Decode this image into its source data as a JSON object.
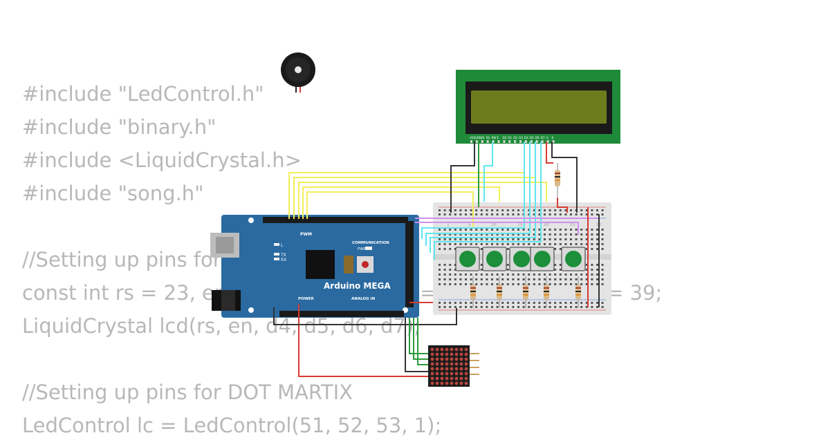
{
  "code_lines": [
    "#include \"LedControl.h\"",
    "#include \"binary.h\"",
    "#include <LiquidCrystal.h>",
    "#include \"song.h\"",
    "",
    "//Setting up pins for LCD",
    "const int rs = 23, en = 25, d4 = 27, d5 = 29, d6 = 31, d7 = 39;",
    "LiquidCrystal lcd(rs, en, d4, d5, d6, d7);",
    "",
    "//Setting up pins for DOT MARTIX",
    "LedControl lc = LedControl(51, 52, 53, 1);"
  ],
  "arduino": {
    "name": "Arduino MEGA",
    "label_pwm": "PWM",
    "label_communication": "COMMUNICATION",
    "label_power": "POWER",
    "label_analog_in": "ANALOG IN",
    "label_pwr": "PWR",
    "label_l": "L",
    "label_tx": "TX",
    "label_rx": "RX"
  },
  "lcd": {
    "pin_labels": [
      "VSS",
      "VDD",
      "V0",
      "RS",
      "RW",
      "E",
      "D0",
      "D1",
      "D2",
      "D3",
      "D4",
      "D5",
      "D6",
      "D7",
      "A",
      "K"
    ]
  },
  "breadboard": {
    "column_numbers": [
      "1",
      "5",
      "10",
      "15",
      "20",
      "25",
      "30"
    ]
  },
  "colors": {
    "board_blue": "#2a6aa0",
    "lcd_green": "#1f8a3a",
    "lcd_screen": "#6d7d1e",
    "button_green": "#1d8f3a",
    "wire_yellow": "#f2ef5a",
    "wire_cyan": "#5ce6f0",
    "wire_violet": "#d08ef0",
    "wire_red": "#d83a32",
    "wire_black": "#333333",
    "wire_green": "#2a9a3a",
    "code_text": "#b8b8b8"
  }
}
